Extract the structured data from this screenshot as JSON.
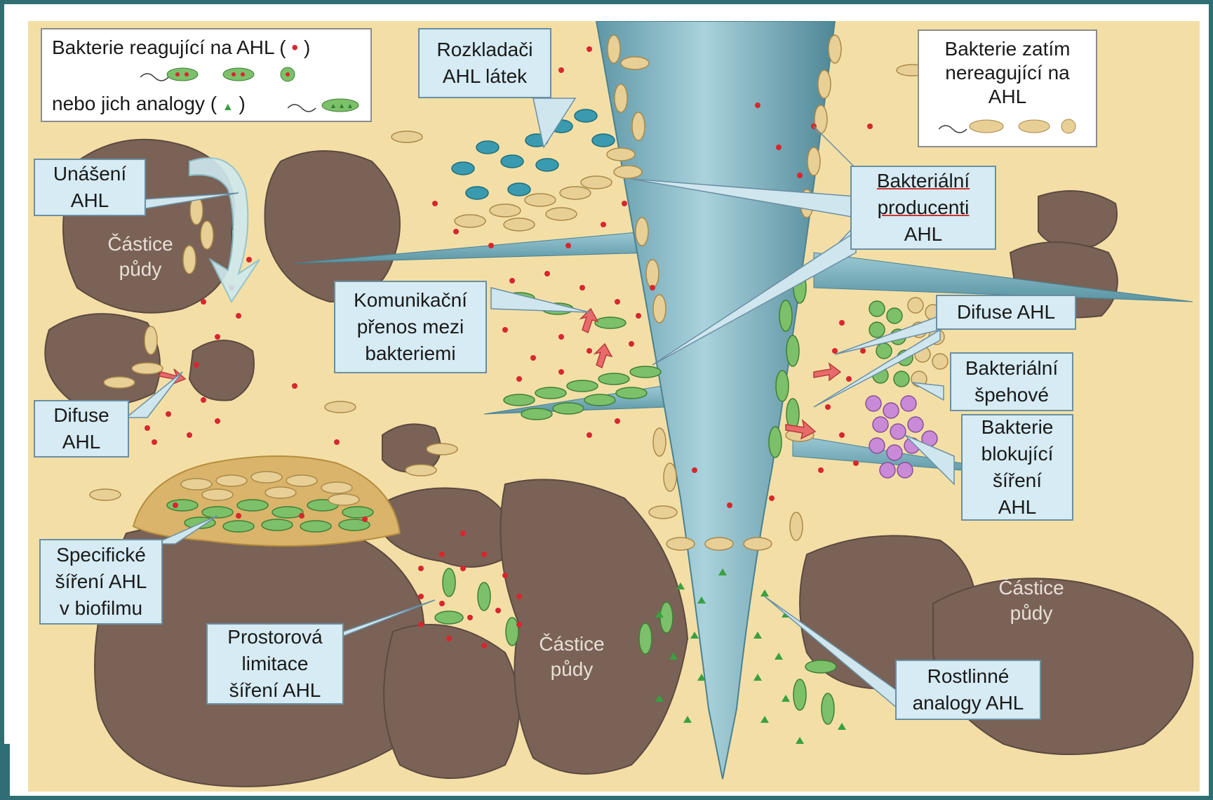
{
  "legend_left": {
    "line1": "Bakterie reagující na AHL (",
    "line1_end": ")",
    "line2": "nebo jich analogy (",
    "line2_end": ")"
  },
  "legend_right": {
    "lines": [
      "Bakterie zatím",
      "nereagující na",
      "AHL"
    ]
  },
  "labels": {
    "rozkladaci": [
      "Rozkladači",
      "AHL  látek"
    ],
    "unaseni": [
      "Unášení",
      "AHL"
    ],
    "castice1": [
      "Částice",
      "půdy"
    ],
    "komunikacni": [
      "Komunikační",
      "přenos mezi",
      "bakteriemi"
    ],
    "producenti": [
      "Bakteriální",
      "producenti",
      "AHL"
    ],
    "difuse_right": [
      "Difuse AHL"
    ],
    "spehove": [
      "Bakteriální",
      "špehové"
    ],
    "blokujici": [
      "Bakterie",
      "blokující",
      "šíření",
      "AHL"
    ],
    "difuse_left": [
      "Difuse",
      "AHL"
    ],
    "specificke": [
      "Specifické",
      "šíření  AHL",
      "v biofilmu"
    ],
    "prostorova": [
      "Prostorová",
      "limitace",
      "šíření  AHL"
    ],
    "castice2": [
      "Částice",
      "půdy"
    ],
    "castice3": [
      "Částice",
      "půdy"
    ],
    "rostlinne": [
      "Rostlinné",
      "analogy AHL"
    ]
  },
  "colors": {
    "background": "#f3dfa6",
    "root": "#7fb3c0",
    "soil": "#7a6257",
    "ahl_dot": "#d8262e",
    "analog": "#3aa040",
    "label_fill": "#d6ebf3",
    "producer_cell": "#e8cf96",
    "responding_cell": "#7cc06a",
    "degrader_cell": "#3a9bb0",
    "blocker_cell": "#c98ad8"
  }
}
